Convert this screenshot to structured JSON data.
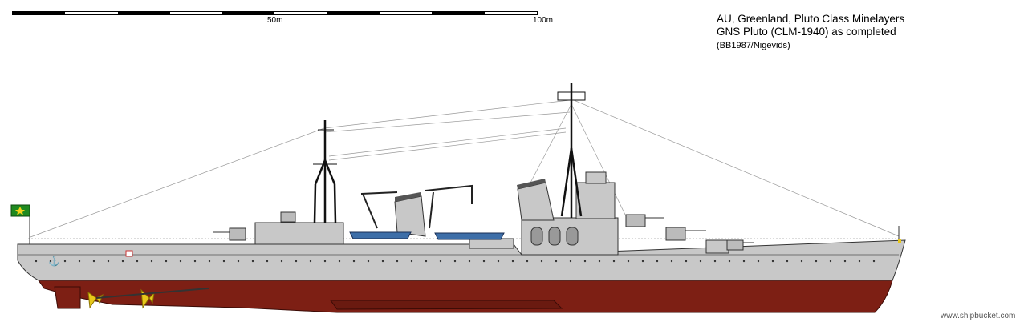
{
  "scale_bar": {
    "label_mid": "50m",
    "label_end": "100m",
    "segments": 10
  },
  "title": {
    "line1": "AU, Greenland, Pluto Class Minelayers",
    "line2": "GNS Pluto (CLM-1940) as completed",
    "credit": "(BB1987/Nigevids)"
  },
  "watermark": "www.shipbucket.com",
  "colors": {
    "hull_gray": "#c8c8c8",
    "hull_red": "#7d1f14",
    "boat_blue": "#3d6ea8",
    "flag_green": "#1f8a1f",
    "flag_star": "#f2d21b",
    "propeller": "#e8c81a"
  }
}
